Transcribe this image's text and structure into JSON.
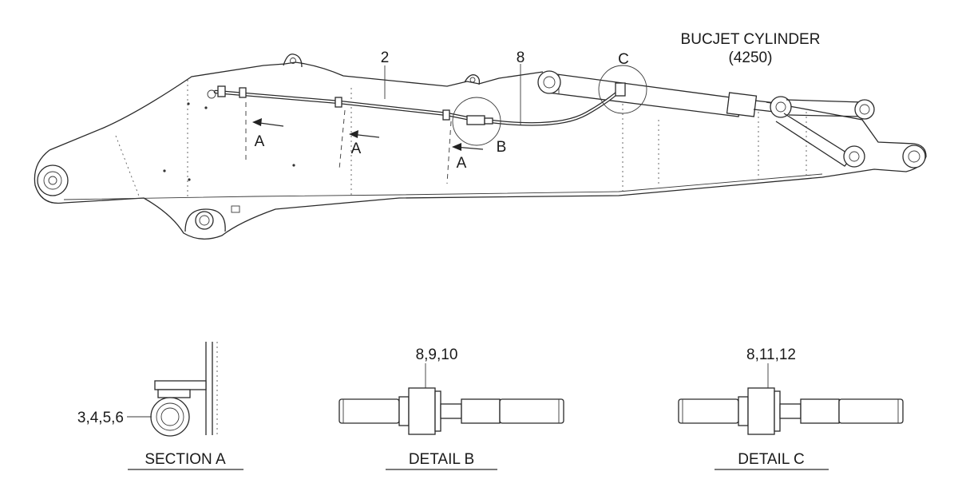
{
  "title": {
    "line1": "BUCJET CYLINDER",
    "line2": "(4250)"
  },
  "callouts": {
    "part_2": "2",
    "part_8": "8",
    "detail_c_marker": "C",
    "detail_b_marker": "B",
    "section_a_1": "A",
    "section_a_2": "A",
    "section_a_3": "A"
  },
  "section_a": {
    "caption": "SECTION A",
    "parts": "3,4,5,6"
  },
  "detail_b": {
    "caption": "DETAIL B",
    "parts": "8,9,10"
  },
  "detail_c": {
    "caption": "DETAIL C",
    "parts": "8,11,12"
  }
}
